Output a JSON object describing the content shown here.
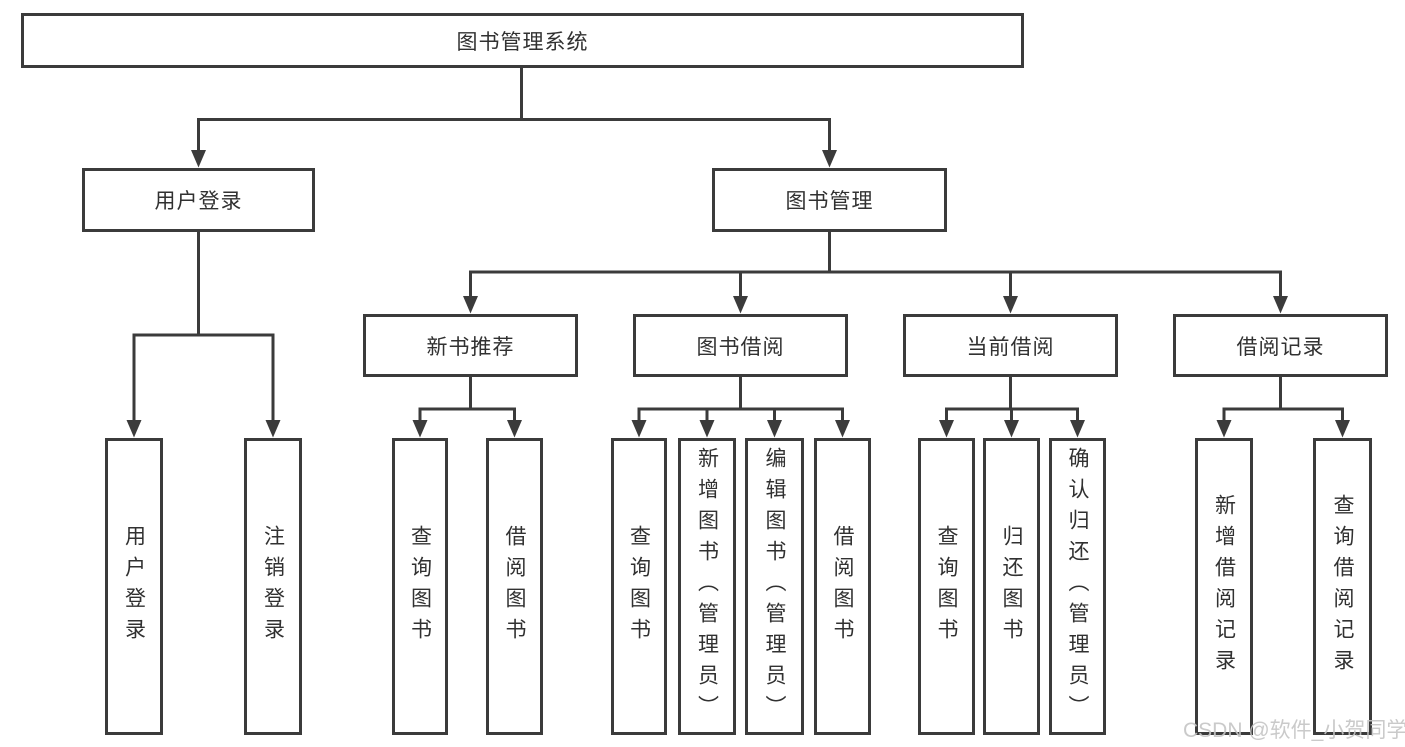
{
  "diagram": {
    "root": {
      "label": "图书管理系统"
    },
    "level2": [
      {
        "label": "用户登录"
      },
      {
        "label": "图书管理"
      }
    ],
    "level3": [
      {
        "label": "新书推荐"
      },
      {
        "label": "图书借阅"
      },
      {
        "label": "当前借阅"
      },
      {
        "label": "借阅记录"
      }
    ],
    "leaves": [
      {
        "label": "用户登录"
      },
      {
        "label": "注销登录"
      },
      {
        "label": "查询图书"
      },
      {
        "label": "借阅图书"
      },
      {
        "label": "查询图书"
      },
      {
        "label": "新增图书（管理员）"
      },
      {
        "label": "编辑图书（管理员）"
      },
      {
        "label": "借阅图书"
      },
      {
        "label": "查询图书"
      },
      {
        "label": "归还图书"
      },
      {
        "label": "确认归还（管理员）"
      },
      {
        "label": "新增借阅记录"
      },
      {
        "label": "查询借阅记录"
      }
    ],
    "watermark": "CSDN @软件_小贺同学",
    "colors": {
      "line": "#3b3b3b",
      "box_border": "#3b3b3b",
      "box_background": "#ffffff",
      "text": "#313131",
      "watermark_text": "#c5c5c5",
      "page_background": "#ffffff"
    }
  }
}
